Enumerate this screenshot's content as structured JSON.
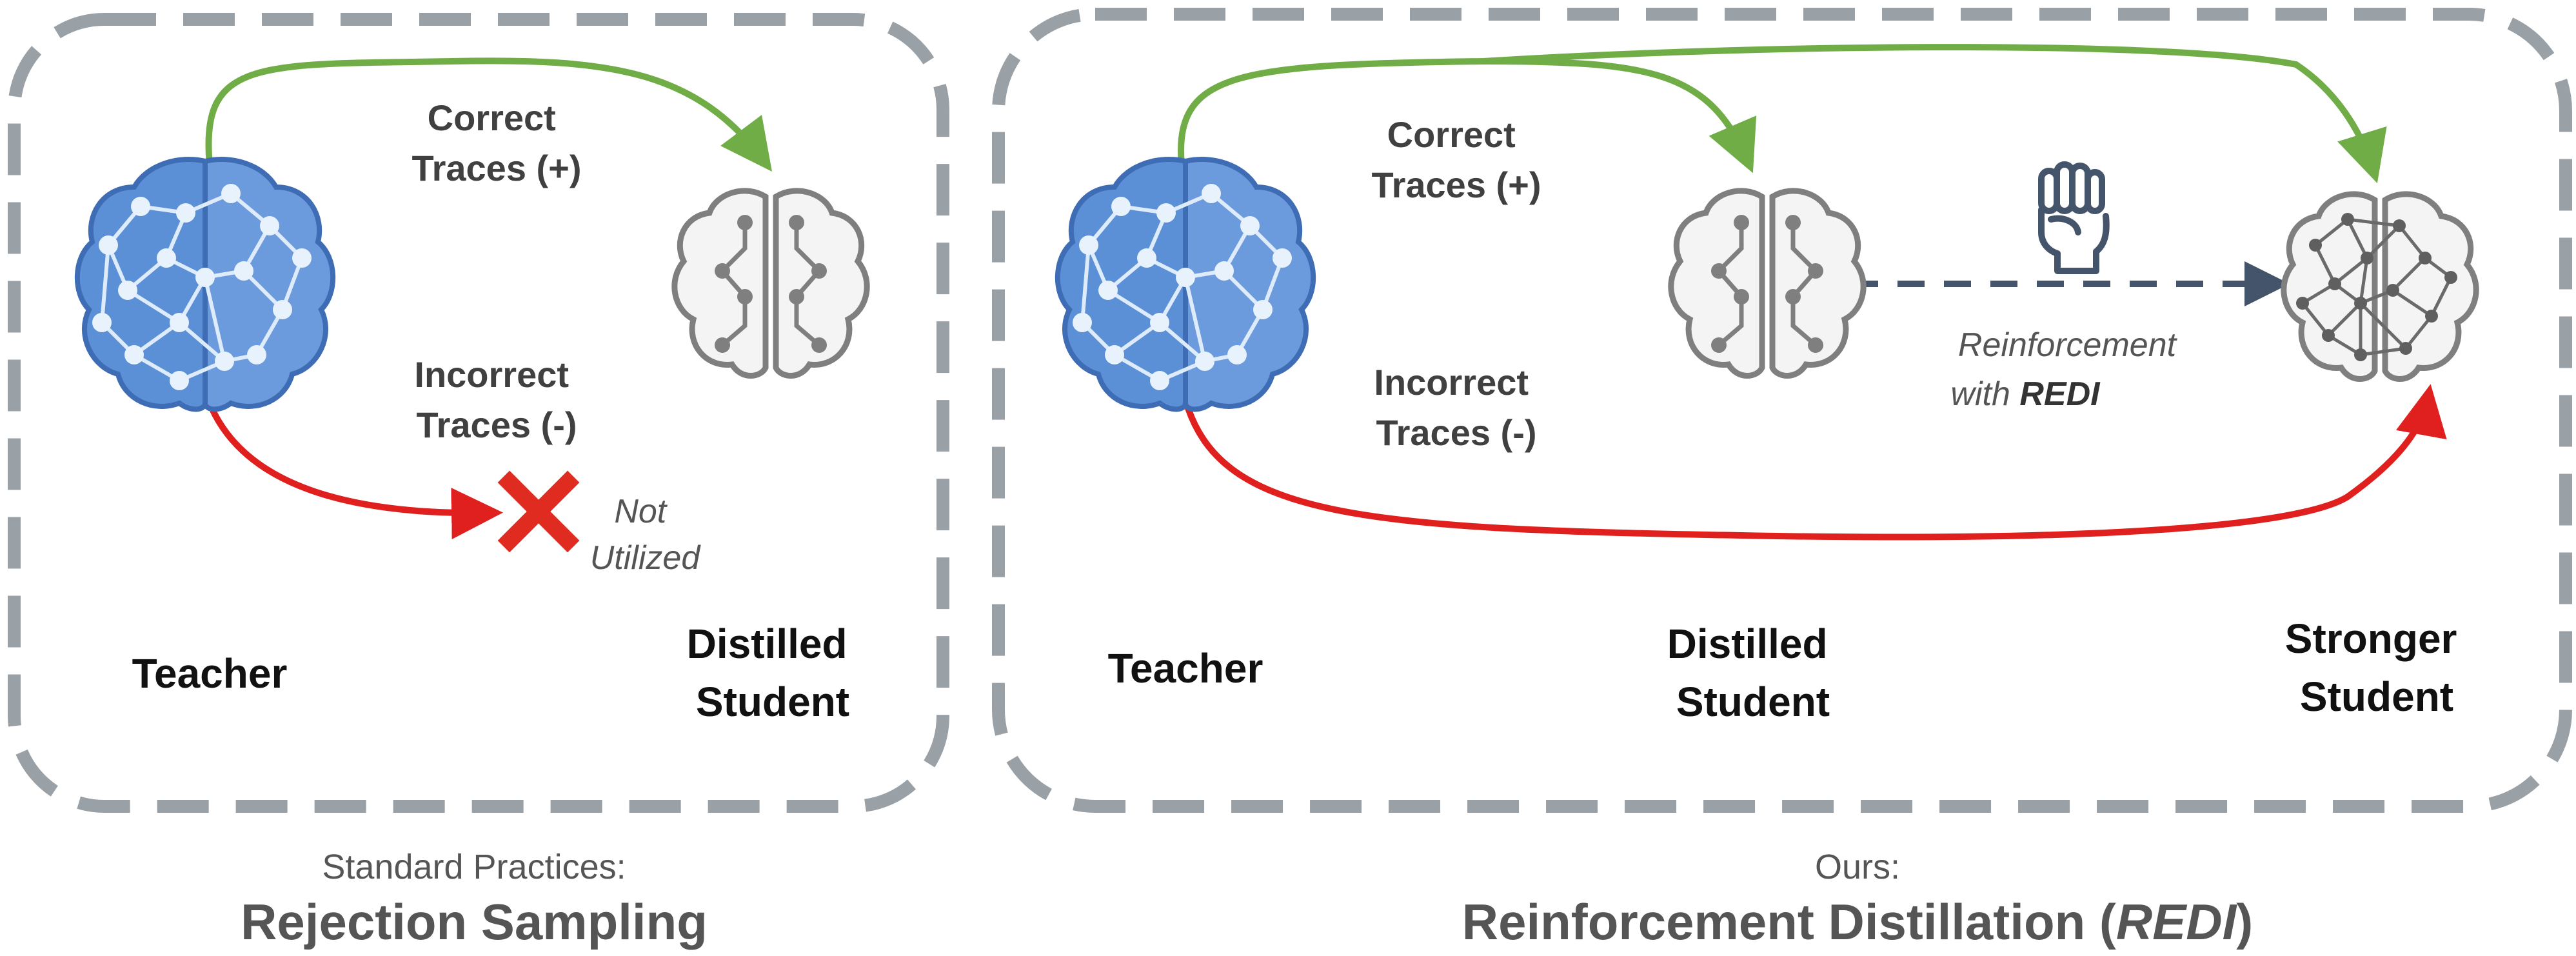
{
  "left_panel": {
    "teacher_label": "Teacher",
    "correct_traces": [
      "Correct",
      "Traces (+)"
    ],
    "incorrect_traces": [
      "Incorrect",
      "Traces (-)"
    ],
    "not_utilized": [
      "Not",
      "Utilized"
    ],
    "student_label": [
      "Distilled",
      "Student"
    ],
    "caption_sub": "Standard Practices:",
    "caption_main": "Rejection Sampling"
  },
  "right_panel": {
    "teacher_label": "Teacher",
    "correct_traces": [
      "Correct",
      "Traces (+)"
    ],
    "incorrect_traces": [
      "Incorrect",
      "Traces (-)"
    ],
    "student_label": [
      "Distilled",
      "Student"
    ],
    "stronger_label": [
      "Stronger",
      "Student"
    ],
    "reinforcement": [
      "Reinforcement",
      "with ",
      "REDI"
    ],
    "caption_sub": "Ours:",
    "caption_main_prefix": "Reinforcement Distillation (",
    "caption_main_emph": "REDI",
    "caption_main_suffix": ")"
  },
  "icons": {
    "teacher": "brain-network-icon",
    "student": "brain-outline-icon",
    "stronger_student": "brain-network-outline-icon",
    "rejected": "x-mark-icon",
    "reinforcement": "raised-fist-icon"
  },
  "colors": {
    "correct_arrow": "#70AD47",
    "incorrect_arrow": "#E0201E",
    "dashed_arrow": "#44546A",
    "panel_border": "#9AA1A6",
    "teacher_brain": "#5B8FD6",
    "reject_x": "#E02B20"
  }
}
